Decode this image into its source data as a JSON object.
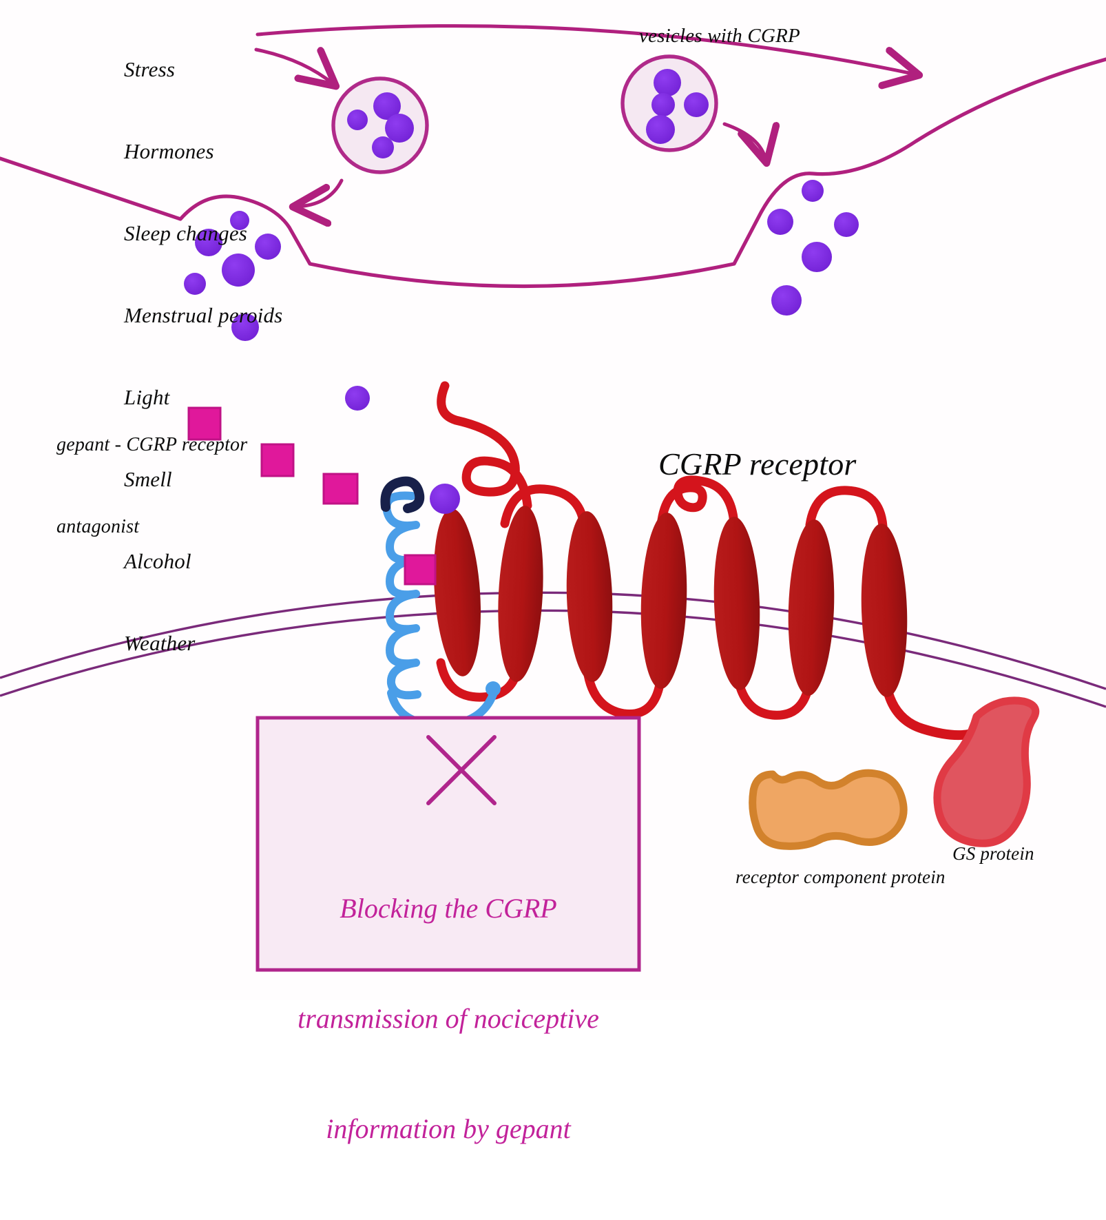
{
  "figure": {
    "title": "CGRP release and gepant blockade of the CGRP receptor",
    "background_color": "#fffdfe"
  },
  "triggers": {
    "items": [
      "Stress",
      "Hormones",
      "Sleep changes",
      "Menstrual peroids",
      "Light",
      "Smell",
      "Alcohol",
      "Weather"
    ]
  },
  "labels": {
    "vesicles": "vesicles with CGRP",
    "gepant_line1": "gepant - CGRP receptor",
    "gepant_line2": "antagonist",
    "cgrp_receptor": "CGRP receptor",
    "gs_protein": "GS protein",
    "receptor_component_protein": "receptor component protein"
  },
  "callout": {
    "line1": "Blocking the CGRP",
    "line2": "transmission of nociceptive",
    "line3": "information by gepant",
    "mark": "x-cross",
    "border_color": "#b0258c",
    "fill_color": "#f8eaf4",
    "text_color": "#c2229a"
  },
  "colors": {
    "nerve_membrane": "#b0207e",
    "vesicle_fill": "#f5e8f2",
    "vesicle_stroke": "#b02a8a",
    "cgrp_dot": "#7b25e0",
    "gepant_square": "#e0189b",
    "gepant_square_border": "#c01286",
    "helix_dark_red": "#b01818",
    "loop_red": "#d4141c",
    "blue_helix": "#4a9ee8",
    "navy_cap": "#18204a",
    "gs_protein_fill": "#e0555f",
    "gs_protein_stroke": "#e03a45",
    "rcp_fill": "#efa663",
    "rcp_stroke": "#d2822c",
    "cell_membrane_line": "#7a2a7a"
  },
  "counts": {
    "left_vesicle_cargo_dots": 4,
    "right_vesicle_cargo_dots": 4,
    "gepant_squares_free": 3,
    "gepant_squares_bound": 1,
    "transmembrane_helices": 7
  }
}
